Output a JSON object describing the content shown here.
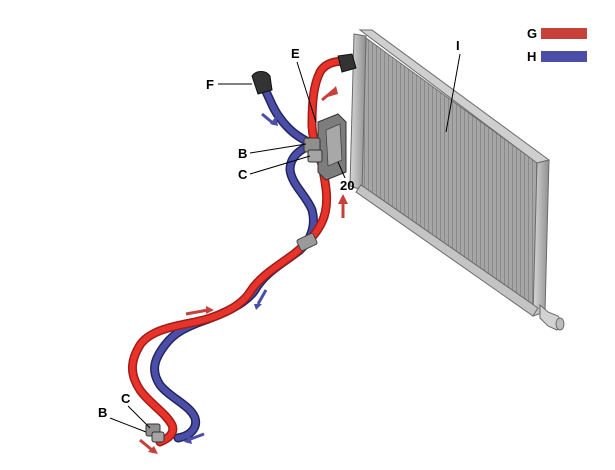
{
  "legend": {
    "g": {
      "label": "G",
      "color": "#c8403a"
    },
    "h": {
      "label": "H",
      "color": "#4a4ea6"
    }
  },
  "callouts": {
    "e": "E",
    "f": "F",
    "i": "I",
    "b_top": "B",
    "c_top": "C",
    "part_20": "20",
    "c_bottom": "C",
    "b_bottom": "B"
  },
  "colors": {
    "hot_line": "#e8332a",
    "hot_line_dark": "#9e1d18",
    "cold_line": "#3c3f9e",
    "cold_line_dark": "#23255f",
    "radiator_frame": "#b8b8b8",
    "radiator_core": "#9a9a9a",
    "connector_gray": "#8a8a8a"
  }
}
